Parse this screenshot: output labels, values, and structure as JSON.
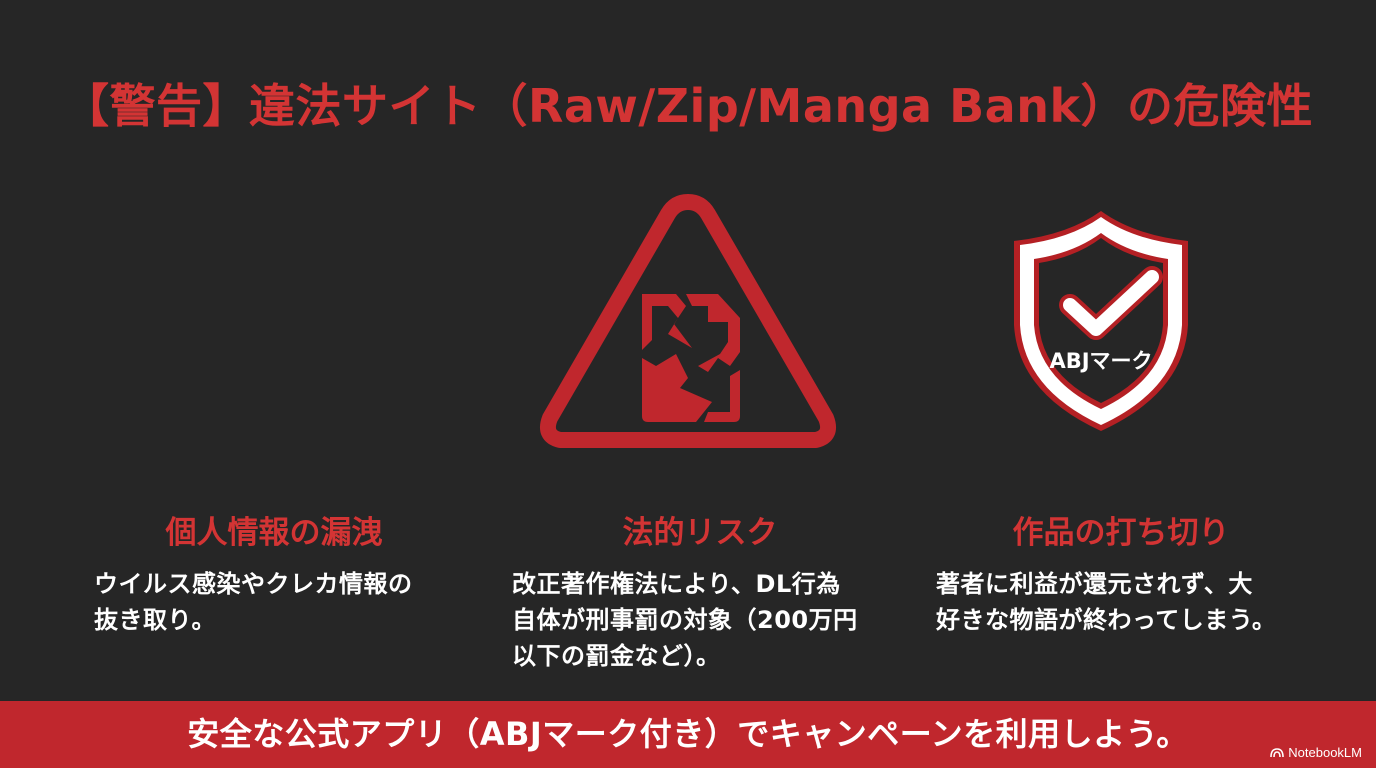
{
  "title": "【警告】違法サイト（Raw/Zip/Manga Bank）の危険性",
  "colors": {
    "background": "#262626",
    "accent_red": "#d33434",
    "banner_red": "#c0272d",
    "text_white": "#ffffff"
  },
  "icons": {
    "warning": "warning-triangle-broken-file-icon",
    "shield": "shield-check-icon",
    "shield_label": "ABJマーク"
  },
  "columns": [
    {
      "heading": "個人情報の漏洩",
      "lines": [
        "ウイルス感染やクレカ情報の",
        "抜き取り。"
      ]
    },
    {
      "heading": "法的リスク",
      "lines": [
        "改正著作権法により、DL行為",
        "自体が刑事罰の対象（200万円",
        "以下の罰金など）。"
      ]
    },
    {
      "heading": "作品の打ち切り",
      "lines": [
        "著者に利益が還元されず、大",
        "好きな物語が終わってしまう。"
      ]
    }
  ],
  "banner": {
    "text": "安全な公式アプリ（ABJマーク付き）でキャンペーンを利用しよう。"
  },
  "brand": {
    "label": "NotebookLM"
  }
}
